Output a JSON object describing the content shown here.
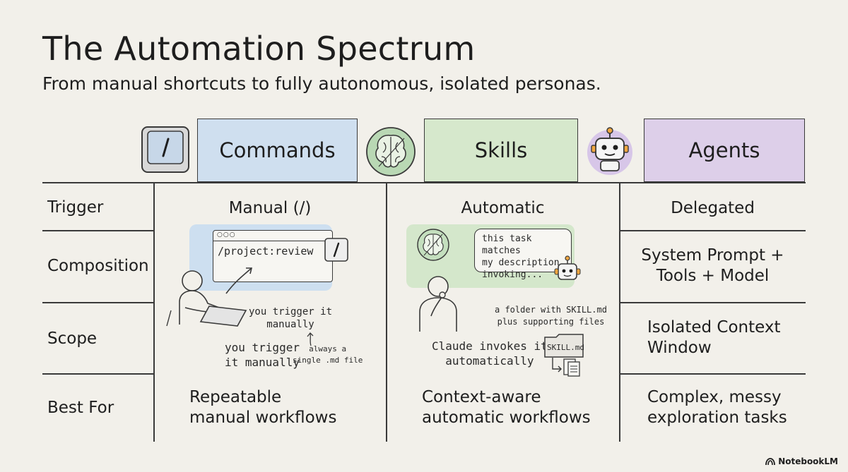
{
  "header": {
    "title": "The Automation Spectrum",
    "subtitle": "From manual shortcuts to fully autonomous, isolated personas."
  },
  "columns": [
    {
      "label": "Commands",
      "icon": "slash-key-icon",
      "color": "#cfdfef"
    },
    {
      "label": "Skills",
      "icon": "brain-icon",
      "color": "#d6e8cc"
    },
    {
      "label": "Agents",
      "icon": "robot-icon",
      "color": "#ddcfe9"
    }
  ],
  "rows": {
    "trigger": {
      "label": "Trigger",
      "commands": "Manual (/)",
      "skills": "Automatic",
      "agents": "Delegated"
    },
    "composition": {
      "label": "Composition",
      "agents": "System Prompt +\nTools + Model"
    },
    "scope": {
      "label": "Scope",
      "agents": "Isolated Context\nWindow"
    },
    "best_for": {
      "label": "Best For",
      "commands": "Repeatable\nmanual workflows",
      "skills": "Context-aware\nautomatic workflows",
      "agents": "Complex, messy\nexploration tasks"
    }
  },
  "commands_illustration": {
    "command_text": "/project:review",
    "note_1": "you trigger it\nmanually",
    "note_2": "you trigger\nit manually",
    "note_3": "always a\nsingle .md file"
  },
  "skills_illustration": {
    "bubble_text": "this task matches\nmy description,\ninvoking...",
    "folder_note": "a folder with SKILL.md\nplus supporting files",
    "file_label": "SKILL.md",
    "invoke_note": "Claude invokes it\nautomatically"
  },
  "branding": {
    "logo_text": "NotebookLM"
  }
}
